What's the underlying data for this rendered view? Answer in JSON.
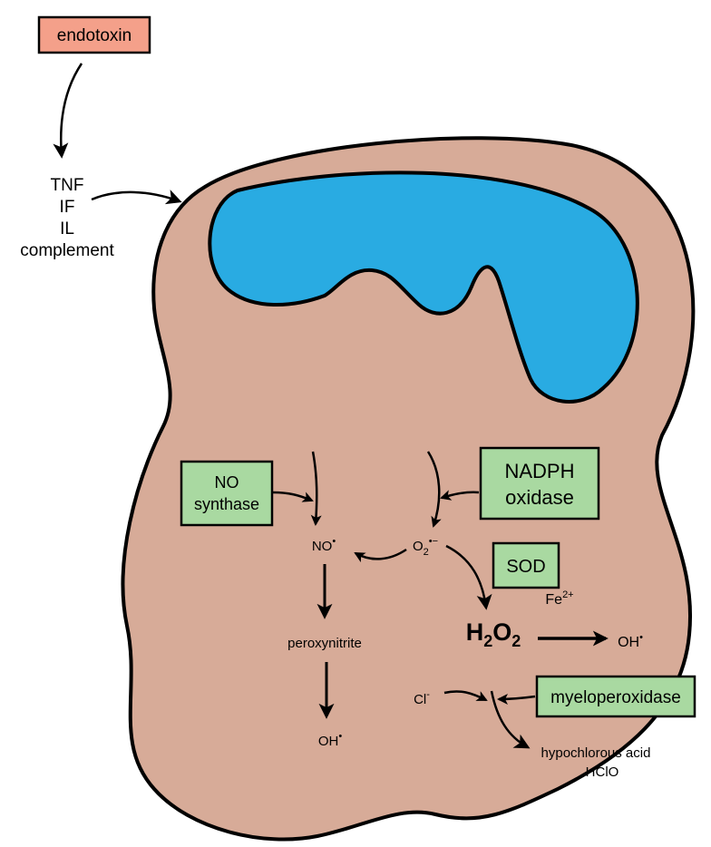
{
  "colors": {
    "cell": "#d7ab98",
    "nucleus": "#29abe2",
    "stimulus_box": "#f4a08a",
    "enzyme_box": "#a9d9a1",
    "outline": "#000000"
  },
  "stimulus": {
    "label": "endotoxin"
  },
  "mediators": [
    "TNF",
    "IF",
    "IL",
    "complement"
  ],
  "enzymes": {
    "no_synthase": [
      "NO",
      "synthase"
    ],
    "nadph_oxidase": [
      "NADPH",
      "oxidase"
    ],
    "sod": "SOD",
    "myeloperoxidase": "myeloperoxidase"
  },
  "species": {
    "no_radical": {
      "base": "NO",
      "sup": "•"
    },
    "superoxide": {
      "base": "O",
      "sub": "2",
      "sup": "•−"
    },
    "peroxynitrite": "peroxynitrite",
    "hydroxyl_left": {
      "base": "OH",
      "sup": "•"
    },
    "h2o2": {
      "h": "H",
      "sub1": "2",
      "o": "O",
      "sub2": "2"
    },
    "fe": {
      "base": "Fe",
      "sup": "2+"
    },
    "hydroxyl_right": {
      "base": "OH",
      "sup": "•"
    },
    "chloride": {
      "base": "Cl",
      "sup": "-"
    },
    "hocl_name": "hypochlorous acid",
    "hocl_formula": "HClO"
  }
}
